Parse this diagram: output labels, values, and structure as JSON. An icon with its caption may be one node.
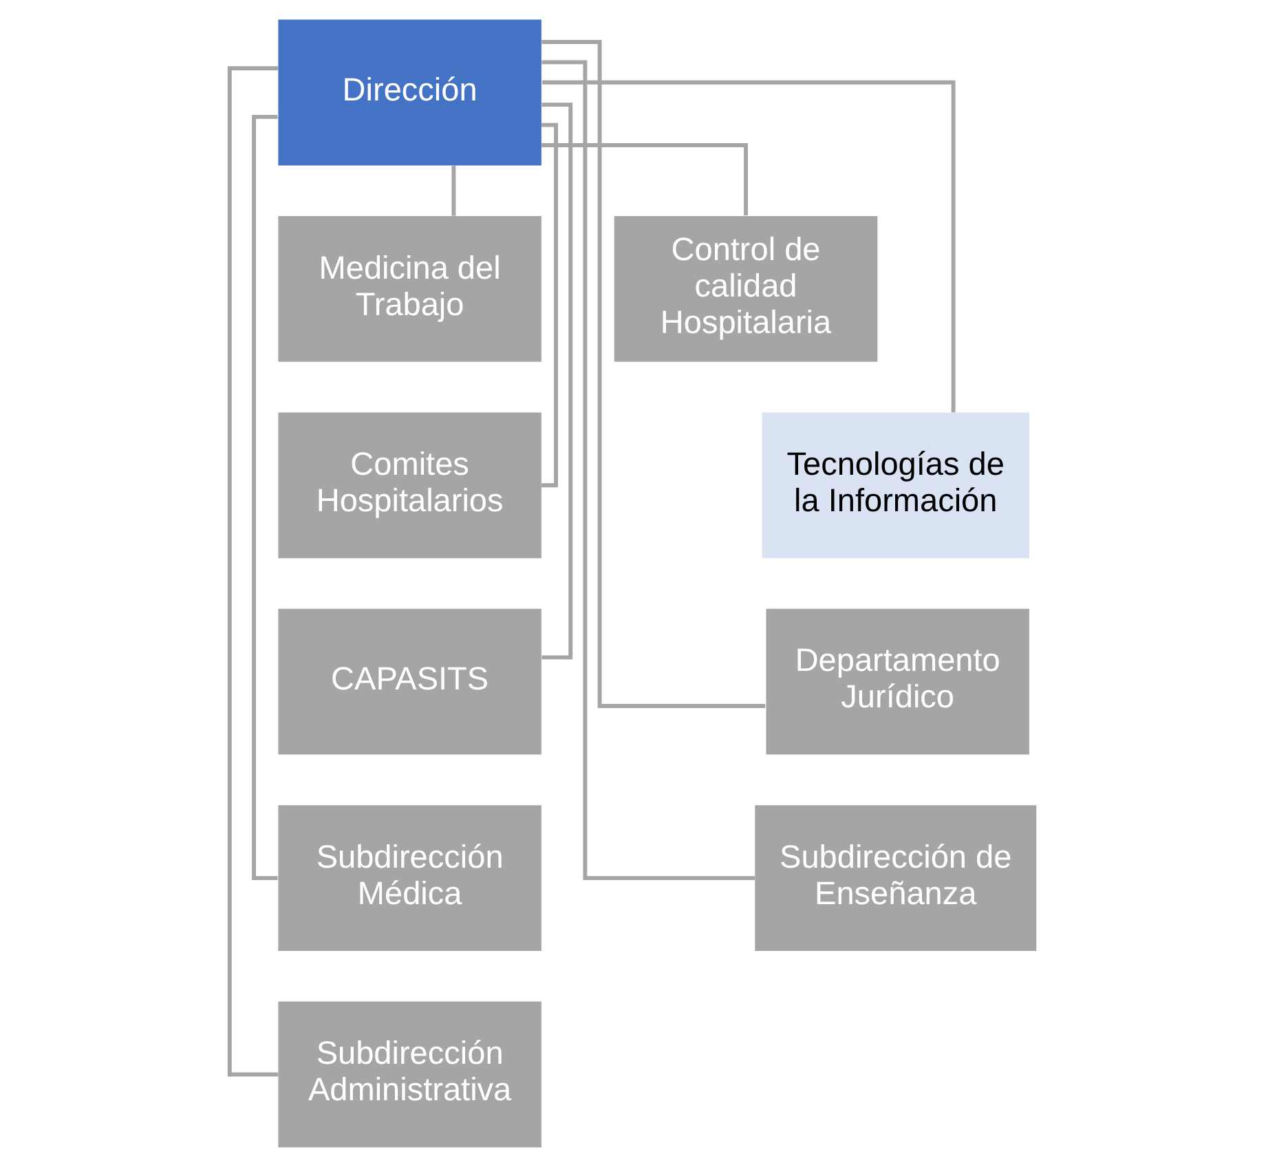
{
  "diagram": {
    "nodes": [
      {
        "text": [
          "Dirección"
        ]
      },
      {
        "text": [
          "Medicina del Trabajo"
        ]
      },
      {
        "text": [
          "Control de calidad Hospitalaria"
        ]
      },
      {
        "text": [
          "Comites Hospitalarios"
        ]
      },
      {
        "text": [
          "Tecnologías de la Información"
        ]
      },
      {
        "text": [
          "CAPASITS"
        ]
      },
      {
        "text": [
          "Departamento Jurídico"
        ]
      },
      {
        "text": [
          "Subdirección Médica"
        ]
      },
      {
        "text": [
          "Subdirección de Enseñanza"
        ]
      },
      {
        "text": [
          "Subdirección Administrativa"
        ]
      }
    ],
    "edges": [
      {
        "from": 0,
        "to": 1,
        "arrow": "none"
      },
      {
        "from": 0,
        "to": 2,
        "arrow": "none"
      },
      {
        "from": 0,
        "to": 3,
        "arrow": "none"
      },
      {
        "from": 0,
        "to": 4,
        "arrow": "none"
      },
      {
        "from": 0,
        "to": 5,
        "arrow": "none"
      },
      {
        "from": 0,
        "to": 6,
        "arrow": "none"
      },
      {
        "from": 0,
        "to": 7,
        "arrow": "none"
      },
      {
        "from": 0,
        "to": 8,
        "arrow": "none"
      },
      {
        "from": 0,
        "to": 9,
        "arrow": "none"
      }
    ]
  }
}
